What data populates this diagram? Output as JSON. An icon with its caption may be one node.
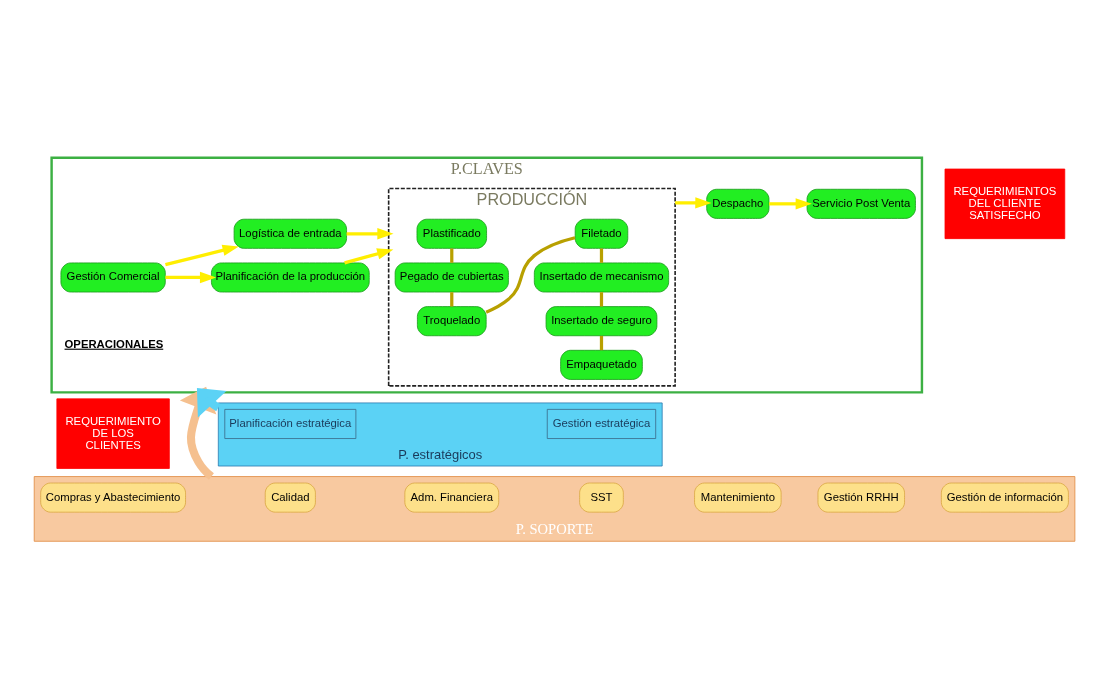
{
  "diagram": {
    "nodes": [
      {
        "text": [
          "P. estratégicos"
        ]
      },
      {
        "text": [
          "Planificación estratégica"
        ],
        "in": 0
      },
      {
        "text": [
          "Gestión estratégica"
        ],
        "in": 0
      },
      {
        "text": [
          "REQUERIMIENTO DE LOS CLIENTES"
        ]
      },
      {
        "text": [
          "P.CLAVES"
        ]
      },
      {
        "text": [
          "Gestión Comercial"
        ],
        "in": 4
      },
      {
        "text": [
          "Planificación de la producción"
        ],
        "in": 4
      },
      {
        "text": [
          "Logística de entrada"
        ],
        "in": 4
      },
      {
        "text": [
          "PRODUCCIÓN"
        ],
        "in": 4
      },
      {
        "text": [
          "Plastificado"
        ],
        "in": 8
      },
      {
        "text": [
          "Pegado de cubiertas"
        ],
        "in": 8
      },
      {
        "text": [
          "Troquelado"
        ],
        "in": 8
      },
      {
        "text": [
          "Filetado"
        ],
        "in": 8
      },
      {
        "text": [
          "Insertado de mecanismo"
        ],
        "in": 8
      },
      {
        "text": [
          "Insertado de seguro"
        ],
        "in": 8
      },
      {
        "text": [
          "Empaquetado"
        ],
        "in": 8
      },
      {
        "text": [
          "Despacho"
        ],
        "in": 4
      },
      {
        "text": [
          "Servicio Post Venta"
        ],
        "in": 4
      },
      {
        "text": [
          "P. SOPORTE"
        ]
      },
      {
        "text": [
          "Compras y Abastecimiento"
        ],
        "in": 18
      },
      {
        "text": [
          "Calidad"
        ],
        "in": 18
      },
      {
        "text": [
          "Adm. Financiera"
        ],
        "in": 18
      },
      {
        "text": [
          "SST"
        ],
        "in": 18
      },
      {
        "text": [
          "Mantenimiento"
        ],
        "in": 18
      },
      {
        "text": [
          "Gestión RRHH"
        ],
        "in": 18
      },
      {
        "text": [
          "Gestión de información"
        ],
        "in": 18
      },
      {
        "text": [
          "REQUERIMIENTOS DEL CLIENTE SATISFECHO"
        ]
      }
    ],
    "edges": [
      {
        "from": 0,
        "to": 4,
        "arrow": "to",
        "style": "thick",
        "color": "#5bd2f5"
      },
      {
        "from": 18,
        "to": 4,
        "arrow": "to",
        "style": "thick",
        "color": "#f5c08f"
      },
      {
        "from": 5,
        "to": 6,
        "arrow": "to"
      },
      {
        "from": 5,
        "to": 7,
        "arrow": "to"
      },
      {
        "from": 6,
        "to": 8,
        "arrow": "to"
      },
      {
        "from": 7,
        "to": 8,
        "arrow": "to"
      },
      {
        "from": 9,
        "to": 10,
        "arrow": "none",
        "color": "#b8a000"
      },
      {
        "from": 10,
        "to": 11,
        "arrow": "none",
        "color": "#b8a000"
      },
      {
        "from": 11,
        "to": 12,
        "arrow": "none",
        "color": "#b8a000"
      },
      {
        "from": 12,
        "to": 13,
        "arrow": "none",
        "color": "#b8a000"
      },
      {
        "from": 13,
        "to": 14,
        "arrow": "none",
        "color": "#b8a000"
      },
      {
        "from": 14,
        "to": 15,
        "arrow": "none",
        "color": "#b8a000"
      },
      {
        "from": 8,
        "to": 16,
        "arrow": "to"
      },
      {
        "from": 16,
        "to": 17,
        "arrow": "to"
      }
    ],
    "labels": [
      "OPERACIONALES"
    ]
  }
}
